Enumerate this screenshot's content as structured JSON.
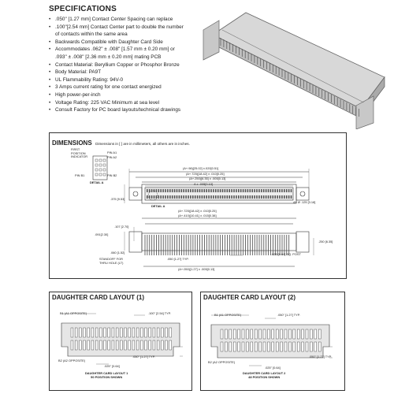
{
  "specifications": {
    "title": "SPECIFICATIONS",
    "items": [
      ".050\" [1.27 mm] Contact Center Spacing can replace",
      ".100\"[2.54 mm] Contact Center part to double the number",
      "of contacts within the same area",
      "Backwards Compatible with Daughter Card Side",
      "Accommodates .062\" ± .008\" [1.57 mm ± 0.20 mm] or",
      ".093\" ± .008\" [2.36 mm ± 0.20 mm] mating PCB",
      "Contact Material: Beryllium Copper or Phosphor Bronze",
      "Body Material: PA9T",
      "UL Flammability Rating: 94V-0",
      "3 Amps current rating for one contact energized",
      "High power-per-inch",
      "Voltage Rating: 225 VAC Minimum at sea level",
      "Consult Factory for PC board layouts/technical drawings"
    ],
    "bulleted": [
      true,
      true,
      false,
      true,
      true,
      false,
      true,
      true,
      true,
      true,
      true,
      true,
      true
    ]
  },
  "dimensions": {
    "title": "DIMENSIONS",
    "note": "Dimensions in [ ] are in millimeters, all others are in inches.",
    "detail_a_labels": {
      "first_position_indicator": [
        "FIRST",
        "POSITION",
        "INDICATOR"
      ],
      "pin_a1": "PIN A1",
      "pin_a2": "PIN A2",
      "pin_b1": "PIN B1",
      "pin_b2": "PIN B2",
      "detail_a": "DETAIL A"
    },
    "callouts": {
      "dim_a_top": "(A+.98)[25.02] ±.020[0.51]",
      "dim_a_725": "(A+.725)[18.42] ± .010[0.25]",
      "dim_a_250": "(A+.250)[6.35] ± .005[0.13]",
      "dim_a": "A ± .005[0.13]",
      "dim_375": ".375 [9.53]",
      "detail_a_marker": "DETAIL A",
      "holes": "4X Ø .125 [3.18]",
      "dim_a_725_lower": "(A+.725)[18.42] ± .010[0.25]",
      "dim_a_410": "(A+.410)[10.41] ± .015[0.38]",
      "dim_107": ".107 [2.70]",
      "dim_091": ".091[2.30]",
      "dim_250": ".250 [6.35]",
      "dim_060": ".060 [1.52]",
      "standoff": [
        "STANDOFF FOR",
        "THRU HOLE (LT)"
      ],
      "dim_050_typ": ".050 [1.27] TYP.",
      "sq_post": ".025 [0.64] SQ. POST",
      "dim_a_pitch": "(A+.050)[1.27] ± .005[0.13]"
    }
  },
  "layout1": {
    "title": "DAUGHTER CARD LAYOUT (1)",
    "b1": "B1 (A1 OPPOSITE)",
    "pitch": ".100\" [2.54] TYP.",
    "b2": "B2 (A2 OPPOSITE)",
    "pad": ".025\" [0.64]",
    "height": ".050\" [1.27] TYP.",
    "caption": [
      "DAUGHTER CARD LAYOUT 1",
      "50 POSITION SHOWN"
    ]
  },
  "layout2": {
    "title": "DAUGHTER CARD LAYOUT (2)",
    "b1": "B1 (A1 OPPOSITE)",
    "pitch": ".050\" [1.27] TYP.",
    "b2": "B2 (A2 OPPOSITE)",
    "pad": ".025\" [0.64]",
    "height": ".050\" [1.27] TYP.",
    "caption": [
      "DAUGHTER CARD LAYOUT 2",
      "48 POSITION SHOWN"
    ]
  },
  "colors": {
    "line": "#333333",
    "fill": "#e6e6e6",
    "pad": "#ffffff",
    "text": "#222222"
  }
}
